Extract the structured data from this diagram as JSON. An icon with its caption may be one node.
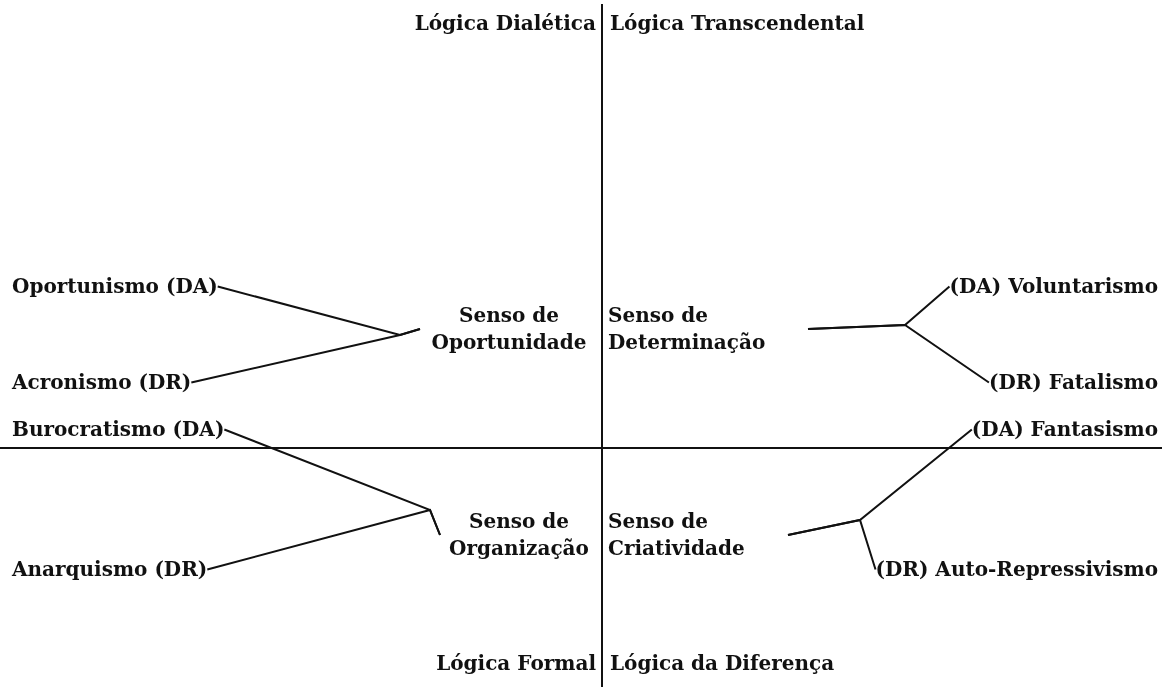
{
  "diagram": {
    "nodes": [
      {
        "text": [
          "Oportunismo (DA)"
        ]
      },
      {
        "text": [
          "Acronismo (DR)"
        ]
      },
      {
        "text": [
          "Senso de Oportunidade"
        ]
      },
      {
        "text": [
          "Senso de Determinação"
        ]
      },
      {
        "text": [
          "(DA) Voluntarismo"
        ]
      },
      {
        "text": [
          "(DR) Fatalismo"
        ]
      },
      {
        "text": [
          "Burocratismo (DA)"
        ]
      },
      {
        "text": [
          "Anarquismo (DR)"
        ]
      },
      {
        "text": [
          "Senso de Organização"
        ]
      },
      {
        "text": [
          "Senso de Criatividade"
        ]
      },
      {
        "text": [
          "(DA) Fantasismo"
        ]
      },
      {
        "text": [
          "(DR) Auto-Repressivismo"
        ]
      }
    ],
    "edges": [
      {
        "from": 0,
        "to": 2,
        "arrow": "none"
      },
      {
        "from": 1,
        "to": 2,
        "arrow": "none"
      },
      {
        "from": 3,
        "to": 4,
        "arrow": "none"
      },
      {
        "from": 3,
        "to": 5,
        "arrow": "none"
      },
      {
        "from": 6,
        "to": 8,
        "arrow": "none"
      },
      {
        "from": 7,
        "to": 8,
        "arrow": "none"
      },
      {
        "from": 9,
        "to": 10,
        "arrow": "none"
      },
      {
        "from": 9,
        "to": 11,
        "arrow": "none"
      }
    ],
    "labels": [
      "Lógica Dialética",
      "Lógica Transcendental",
      "Lógica Formal",
      "Lógica da Diferença"
    ]
  }
}
